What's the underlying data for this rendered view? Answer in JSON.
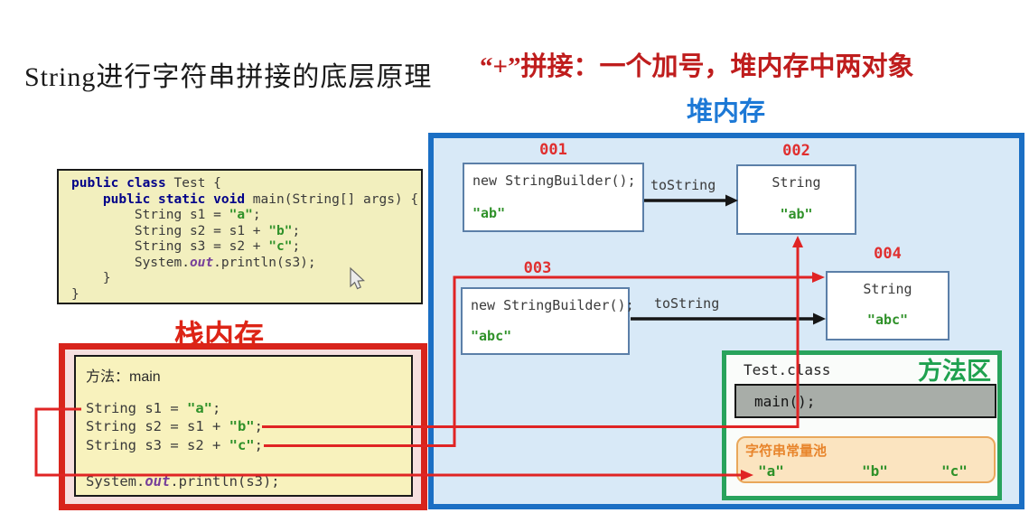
{
  "title": "String进行字符串拼接的底层原理",
  "subtitle": "“+”拼接：一个加号，堆内存中两对象",
  "heap": {
    "label": "堆内存",
    "box001": {
      "id": "001",
      "code": "new StringBuilder();",
      "value": "\"ab\""
    },
    "box002": {
      "id": "002",
      "type": "String",
      "value": "\"ab\""
    },
    "box003": {
      "id": "003",
      "code": "new StringBuilder();",
      "value": "\"abc\""
    },
    "box004": {
      "id": "004",
      "type": "String",
      "value": "\"abc\""
    },
    "tostring1": "toString",
    "tostring2": "toString"
  },
  "code_panel": {
    "lines": [
      [
        {
          "t": "public class ",
          "c": "kw"
        },
        {
          "t": "Test {",
          "c": "pl"
        }
      ],
      [
        {
          "t": "    ",
          "c": "pl"
        },
        {
          "t": "public static void ",
          "c": "kw"
        },
        {
          "t": "main(String[] args) {",
          "c": "pl"
        }
      ],
      [
        {
          "t": "        String s1 = ",
          "c": "pl"
        },
        {
          "t": "\"a\"",
          "c": "str"
        },
        {
          "t": ";",
          "c": "pl"
        }
      ],
      [
        {
          "t": "        String s2 = s1 + ",
          "c": "pl"
        },
        {
          "t": "\"b\"",
          "c": "str"
        },
        {
          "t": ";",
          "c": "pl"
        }
      ],
      [
        {
          "t": "        String s3 = s2 + ",
          "c": "pl"
        },
        {
          "t": "\"c\"",
          "c": "str"
        },
        {
          "t": ";",
          "c": "pl"
        }
      ],
      [
        {
          "t": "        System.",
          "c": "pl"
        },
        {
          "t": "out",
          "c": "fld"
        },
        {
          "t": ".println(s3);",
          "c": "pl"
        }
      ],
      [
        {
          "t": "    }",
          "c": "pl"
        }
      ],
      [
        {
          "t": "}",
          "c": "pl"
        }
      ]
    ]
  },
  "stack": {
    "label": "栈内存",
    "method_line": "方法：main",
    "lines": [
      [
        {
          "t": "String s1 = ",
          "c": "pl"
        },
        {
          "t": "\"a\"",
          "c": "str"
        },
        {
          "t": ";",
          "c": "pl"
        }
      ],
      [
        {
          "t": "String s2 = s1 + ",
          "c": "pl"
        },
        {
          "t": "\"b\"",
          "c": "str"
        },
        {
          "t": ";",
          "c": "pl"
        }
      ],
      [
        {
          "t": "String s3 = s2 + ",
          "c": "pl"
        },
        {
          "t": "\"c\"",
          "c": "str"
        },
        {
          "t": ";",
          "c": "pl"
        }
      ],
      [
        {
          "t": "System.",
          "c": "pl"
        },
        {
          "t": "out",
          "c": "fld"
        },
        {
          "t": ".println(s3);",
          "c": "pl"
        }
      ]
    ]
  },
  "method_area": {
    "label": "方法区",
    "class_name": "Test.class",
    "main_method": "main();",
    "pool": {
      "label": "字符串常量池",
      "items": [
        "\"a\"",
        "\"b\"",
        "\"c\""
      ]
    }
  },
  "colors": {
    "heap_blue": "#1b6fc4",
    "stack_red": "#d8241c",
    "line_red": "#e02424",
    "method_green": "#28a35c",
    "pool_orange": "#e8852c",
    "string_green": "#2f9129",
    "keyword_navy": "#000089"
  }
}
